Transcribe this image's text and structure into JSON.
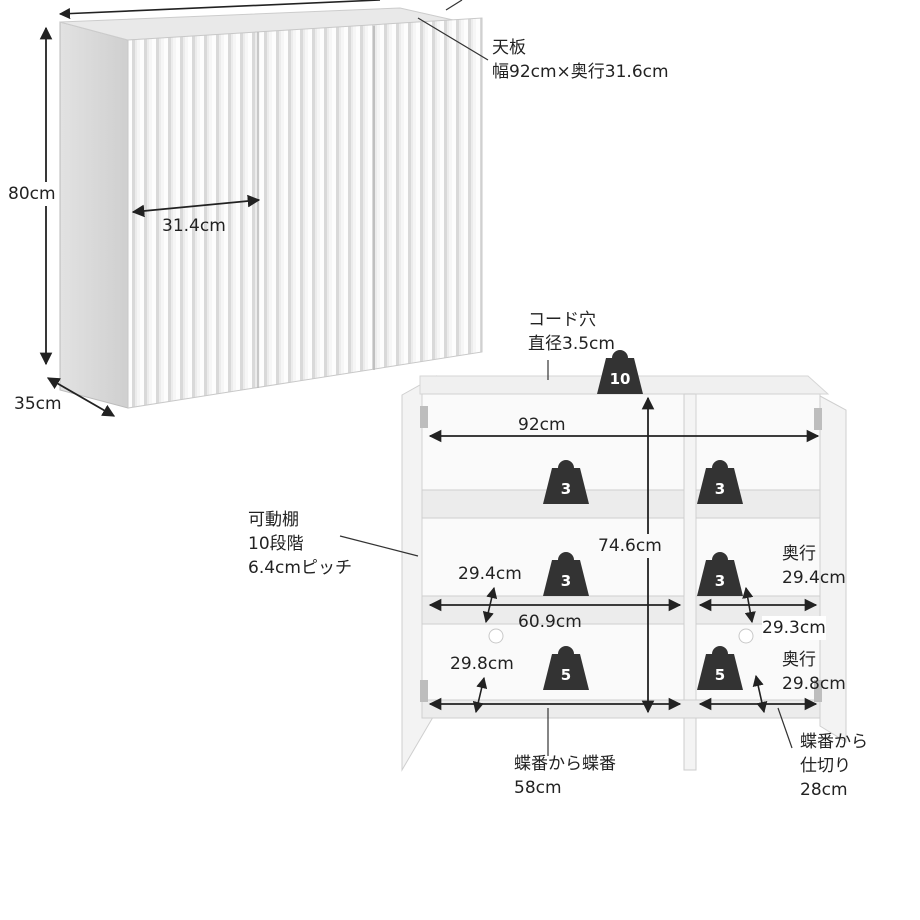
{
  "top_cabinet": {
    "top_board_label": "天板",
    "top_board_size": "幅92cm×奥行31.6cm",
    "height": "80cm",
    "depth": "35cm",
    "door_width": "31.4cm"
  },
  "open_cabinet": {
    "cord_hole_label": "コード穴",
    "cord_hole_size": "直径3.5cm",
    "total_width": "92cm",
    "inner_height": "74.6cm",
    "shelf_label_1": "可動棚",
    "shelf_label_2": "10段階",
    "shelf_label_3": "6.4cmピッチ",
    "left_width": "60.9cm",
    "left_clear_mid": "29.4cm",
    "left_clear_bottom": "29.8cm",
    "right_depth_label_1": "奥行",
    "right_depth_value_1": "29.4cm",
    "right_clear_mid": "29.3cm",
    "right_depth_label_2": "奥行",
    "right_depth_value_2": "29.8cm",
    "hinge_label": "蝶番から蝶番",
    "hinge_value": "58cm",
    "hinge_partition_1": "蝶番から",
    "hinge_partition_2": "仕切り",
    "hinge_partition_3": "28cm",
    "weights": {
      "top": "10",
      "left_upper": "3",
      "right_upper": "3",
      "left_mid": "3",
      "right_mid": "3",
      "left_bottom": "5",
      "right_bottom": "5"
    }
  }
}
